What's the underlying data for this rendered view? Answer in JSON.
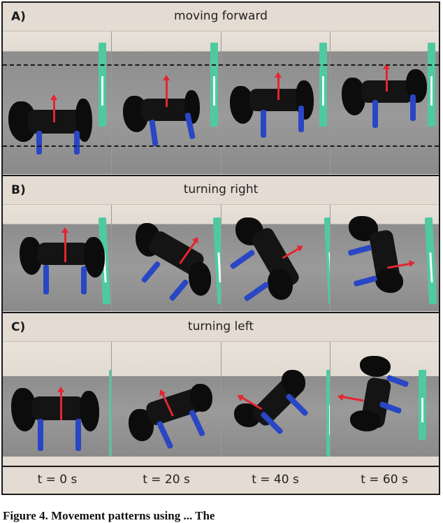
{
  "figure": {
    "panels": [
      {
        "letter": "A)",
        "title": "moving forward"
      },
      {
        "letter": "B)",
        "title": "turning right"
      },
      {
        "letter": "C)",
        "title": "turning left"
      }
    ],
    "time_labels": [
      "t = 0 s",
      "t = 20 s",
      "t = 40 s",
      "t = 60 s"
    ],
    "colors": {
      "background": "#e4dbd2",
      "floor": "#8d8d8d",
      "ruler": "#4fcaa0",
      "leg": "#2946c4",
      "arrow": "#e5252f",
      "robot_body": "#141414"
    }
  },
  "caption": {
    "text": "Figure 4. Movement patterns using ... The"
  }
}
